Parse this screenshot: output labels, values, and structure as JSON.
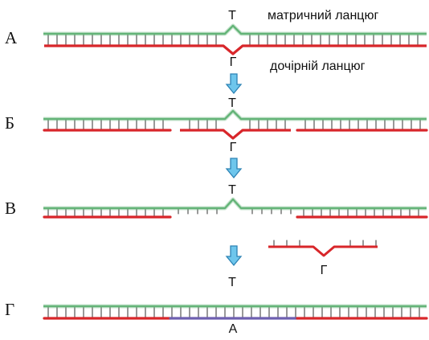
{
  "stages": [
    {
      "label": "А",
      "top_base": "Т",
      "bottom_base": "Г"
    },
    {
      "label": "Б",
      "top_base": "Т",
      "bottom_base": "Г"
    },
    {
      "label": "В",
      "top_base": "Т",
      "excised_base": "Г"
    },
    {
      "label": "Г",
      "top_base": "Т",
      "repaired_base": "А"
    }
  ],
  "legend": {
    "template_strand": "матричний ланцюг",
    "daughter_strand": "дочірній ланцюг"
  },
  "colors": {
    "template": "#64b478",
    "daughter": "#d8262a",
    "repair": "#6e5fb0",
    "arrow_fill": "#6ec6ec",
    "arrow_stroke": "#2d83b5",
    "text": "#111111"
  },
  "icons": [
    "down-arrow-icon"
  ]
}
